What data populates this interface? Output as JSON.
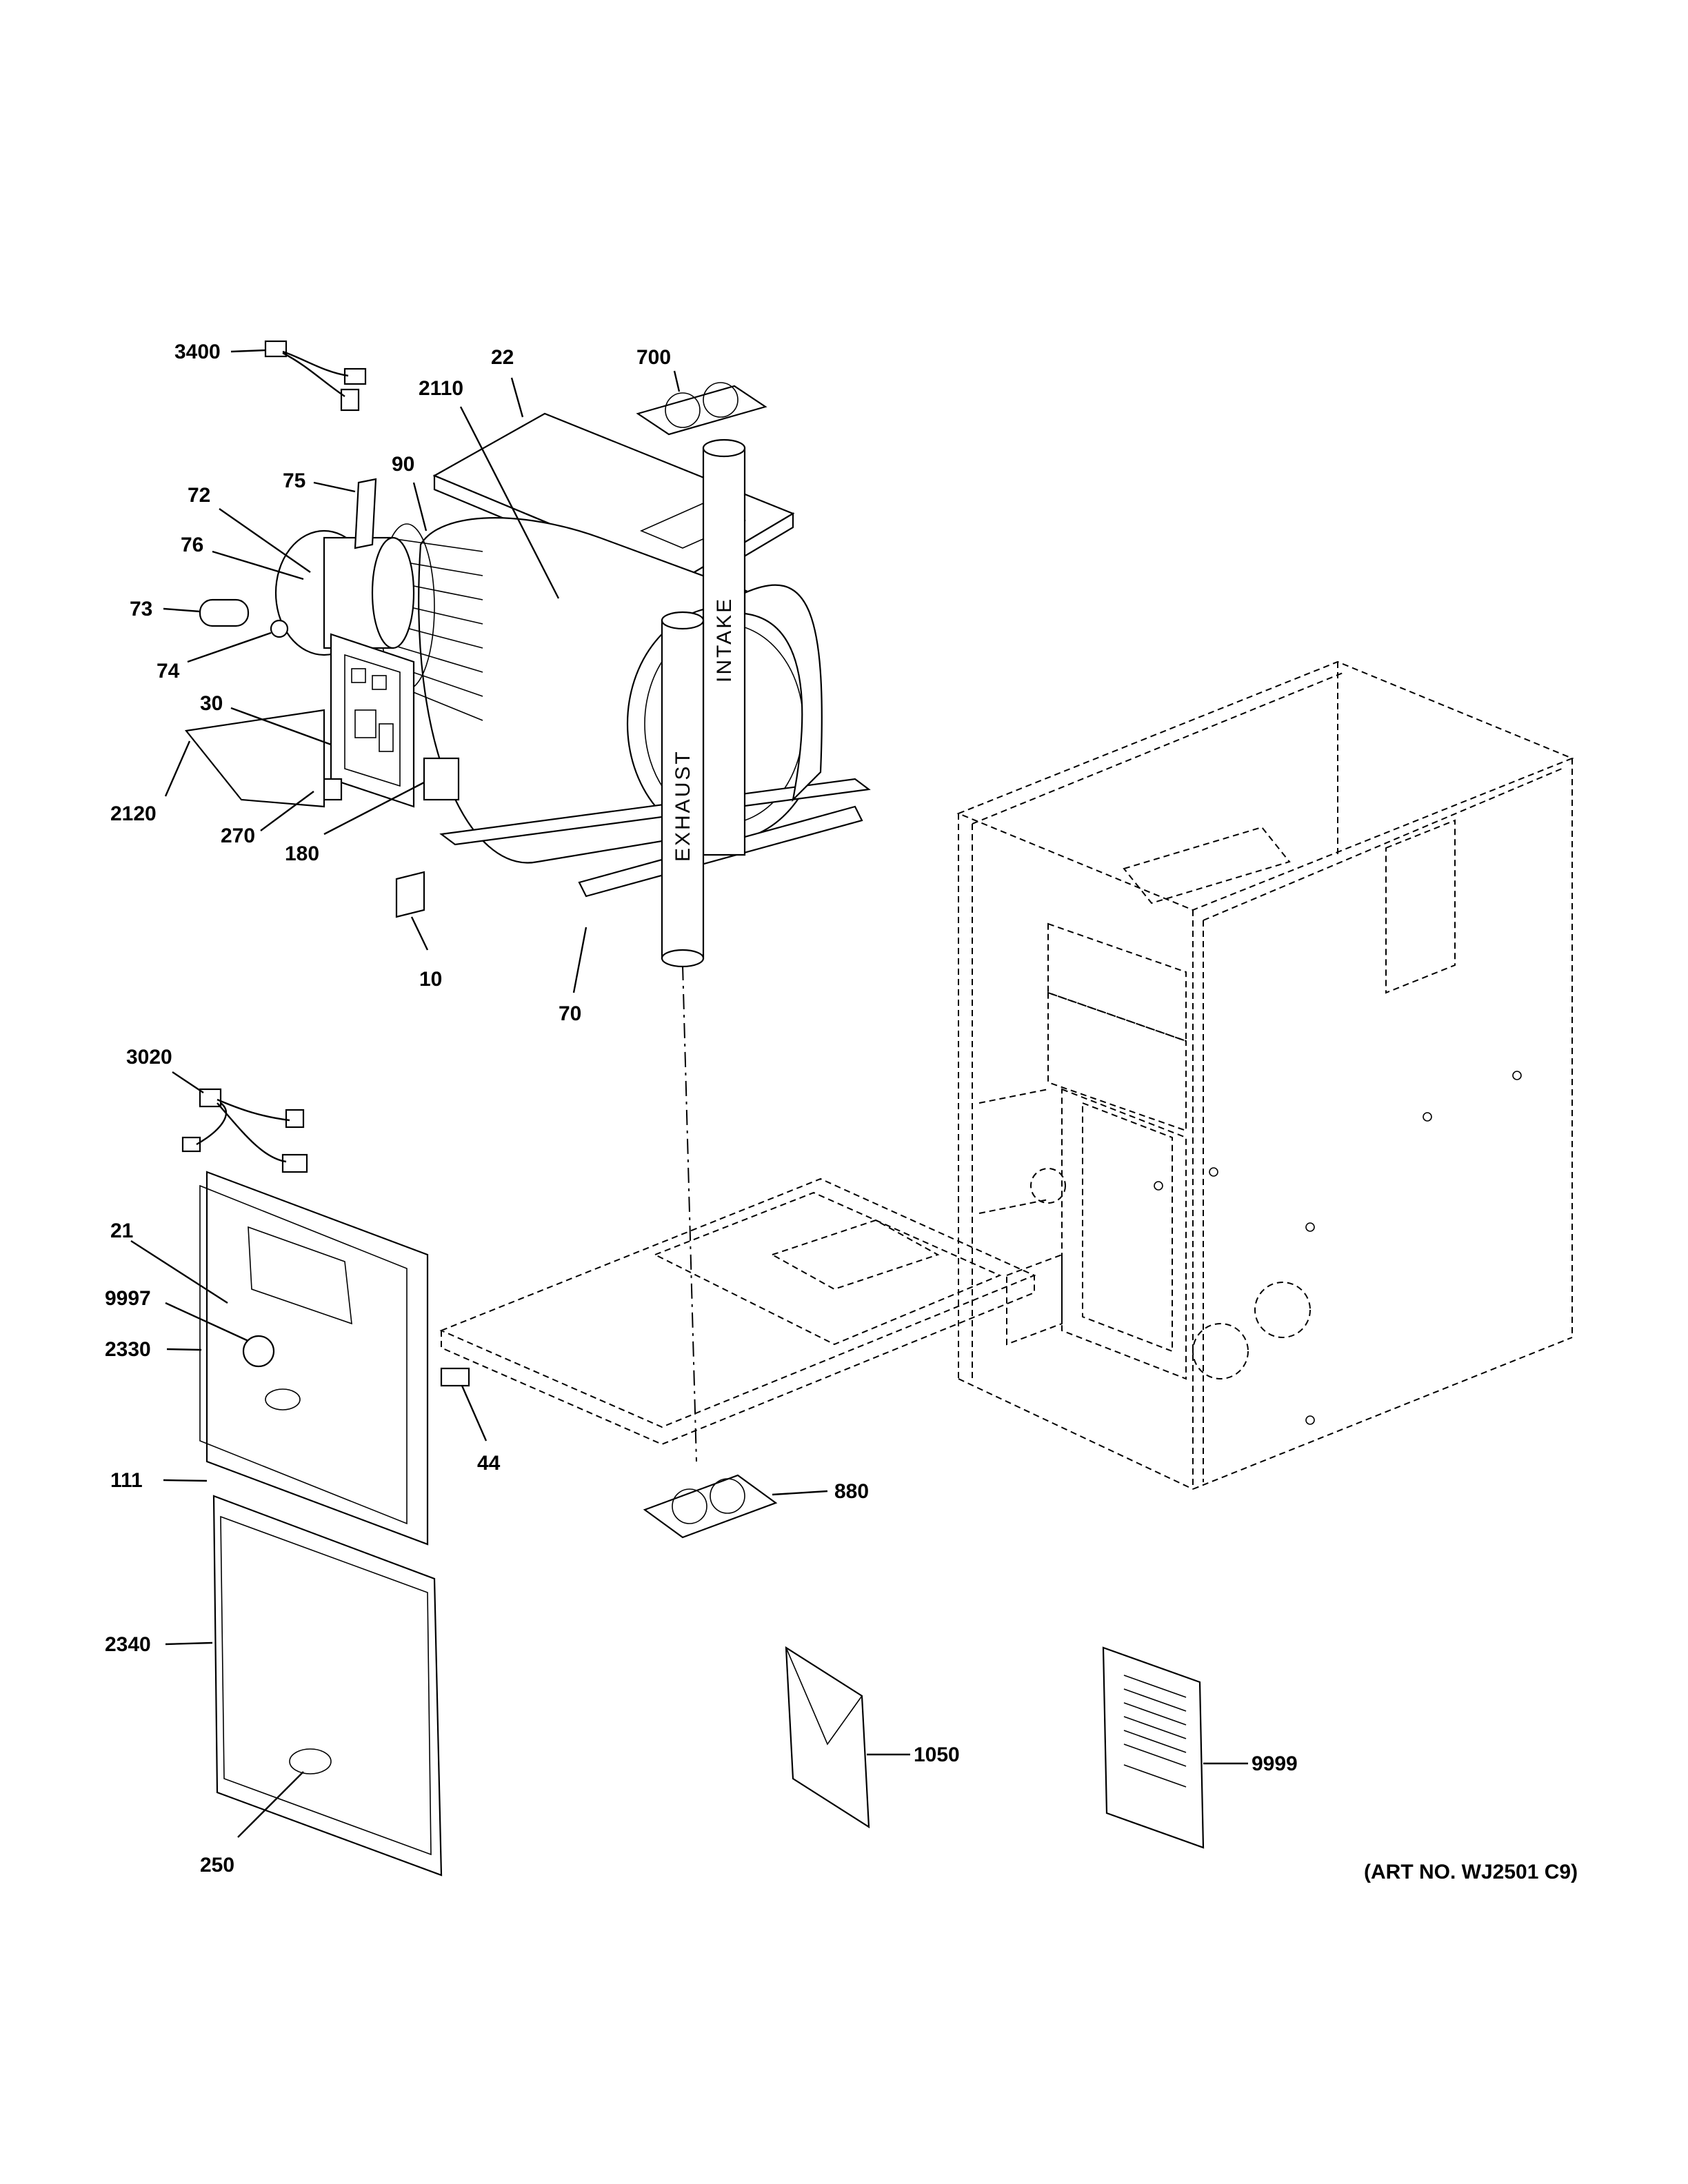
{
  "pipes": {
    "intake": "INTAKE",
    "exhaust": "EXHAUST"
  },
  "art_number": "(ART NO. WJ2501 C9)",
  "callouts": [
    {
      "id": "3400",
      "text": "3400"
    },
    {
      "id": "22",
      "text": "22"
    },
    {
      "id": "700",
      "text": "700"
    },
    {
      "id": "2110",
      "text": "2110"
    },
    {
      "id": "75",
      "text": "75"
    },
    {
      "id": "90",
      "text": "90"
    },
    {
      "id": "72",
      "text": "72"
    },
    {
      "id": "76",
      "text": "76"
    },
    {
      "id": "73",
      "text": "73"
    },
    {
      "id": "74",
      "text": "74"
    },
    {
      "id": "30",
      "text": "30"
    },
    {
      "id": "2120",
      "text": "2120"
    },
    {
      "id": "270",
      "text": "270"
    },
    {
      "id": "180",
      "text": "180"
    },
    {
      "id": "10",
      "text": "10"
    },
    {
      "id": "70",
      "text": "70"
    },
    {
      "id": "3020",
      "text": "3020"
    },
    {
      "id": "21",
      "text": "21"
    },
    {
      "id": "9997",
      "text": "9997"
    },
    {
      "id": "2330",
      "text": "2330"
    },
    {
      "id": "111",
      "text": "111"
    },
    {
      "id": "44",
      "text": "44"
    },
    {
      "id": "880",
      "text": "880"
    },
    {
      "id": "2340",
      "text": "2340"
    },
    {
      "id": "1050",
      "text": "1050"
    },
    {
      "id": "9999",
      "text": "9999"
    },
    {
      "id": "250",
      "text": "250"
    }
  ]
}
